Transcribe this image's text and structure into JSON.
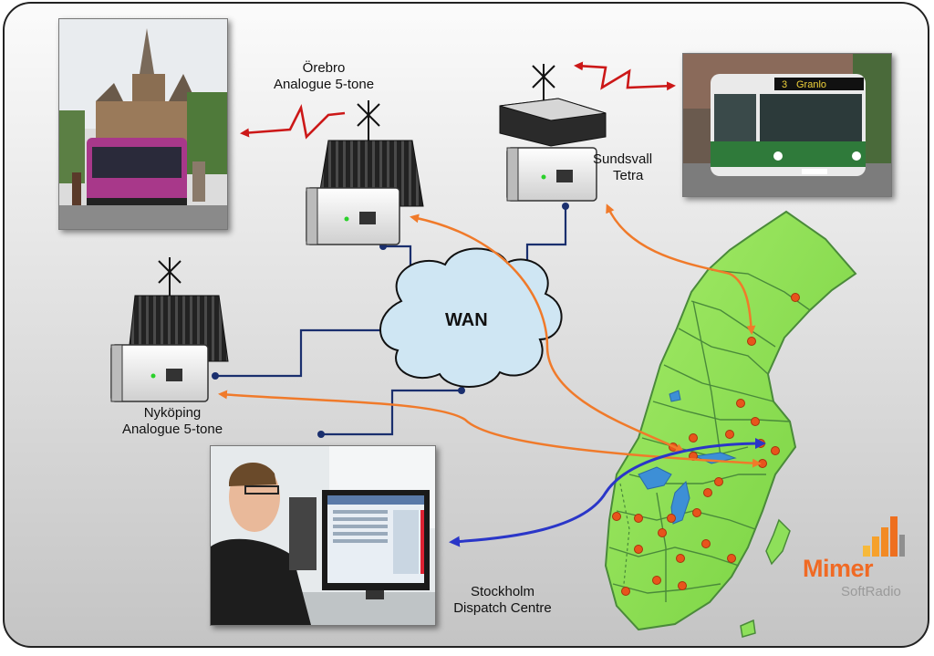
{
  "sites": {
    "orebro": {
      "name": "Örebro",
      "type": "Analogue 5-tone"
    },
    "sundsvall": {
      "name": "Sundsvall",
      "type": "Tetra"
    },
    "nykoping": {
      "name": "Nyköping",
      "type": "Analogue 5-tone"
    },
    "stockholm": {
      "name": "Stockholm",
      "type": "Dispatch Centre"
    }
  },
  "network": {
    "label": "WAN"
  },
  "bus_sign": {
    "route": "3",
    "destination": "Granlo"
  },
  "logo": {
    "name": "Mimer",
    "subtitle": "SoftRadio"
  },
  "colors": {
    "background_top": "#fafafa",
    "background_bottom": "#c8c8c8",
    "map_green": "#8ee05a",
    "map_border": "#4a8a3a",
    "lake_blue": "#3d8fd6",
    "city_dot": "#e8541c",
    "radio_link_red": "#cc1818",
    "link_orange": "#f07a2a",
    "dispatch_link_blue": "#2a36c8",
    "wan_line_navy": "#1a2f6e",
    "cloud_fill": "#cfe6f3",
    "logo_orange": "#f06a24"
  },
  "icons": [
    "antenna-icon",
    "radio-gateway-icon",
    "cloud-icon",
    "bus-photo",
    "operator-photo",
    "mimer-logo-icon"
  ]
}
